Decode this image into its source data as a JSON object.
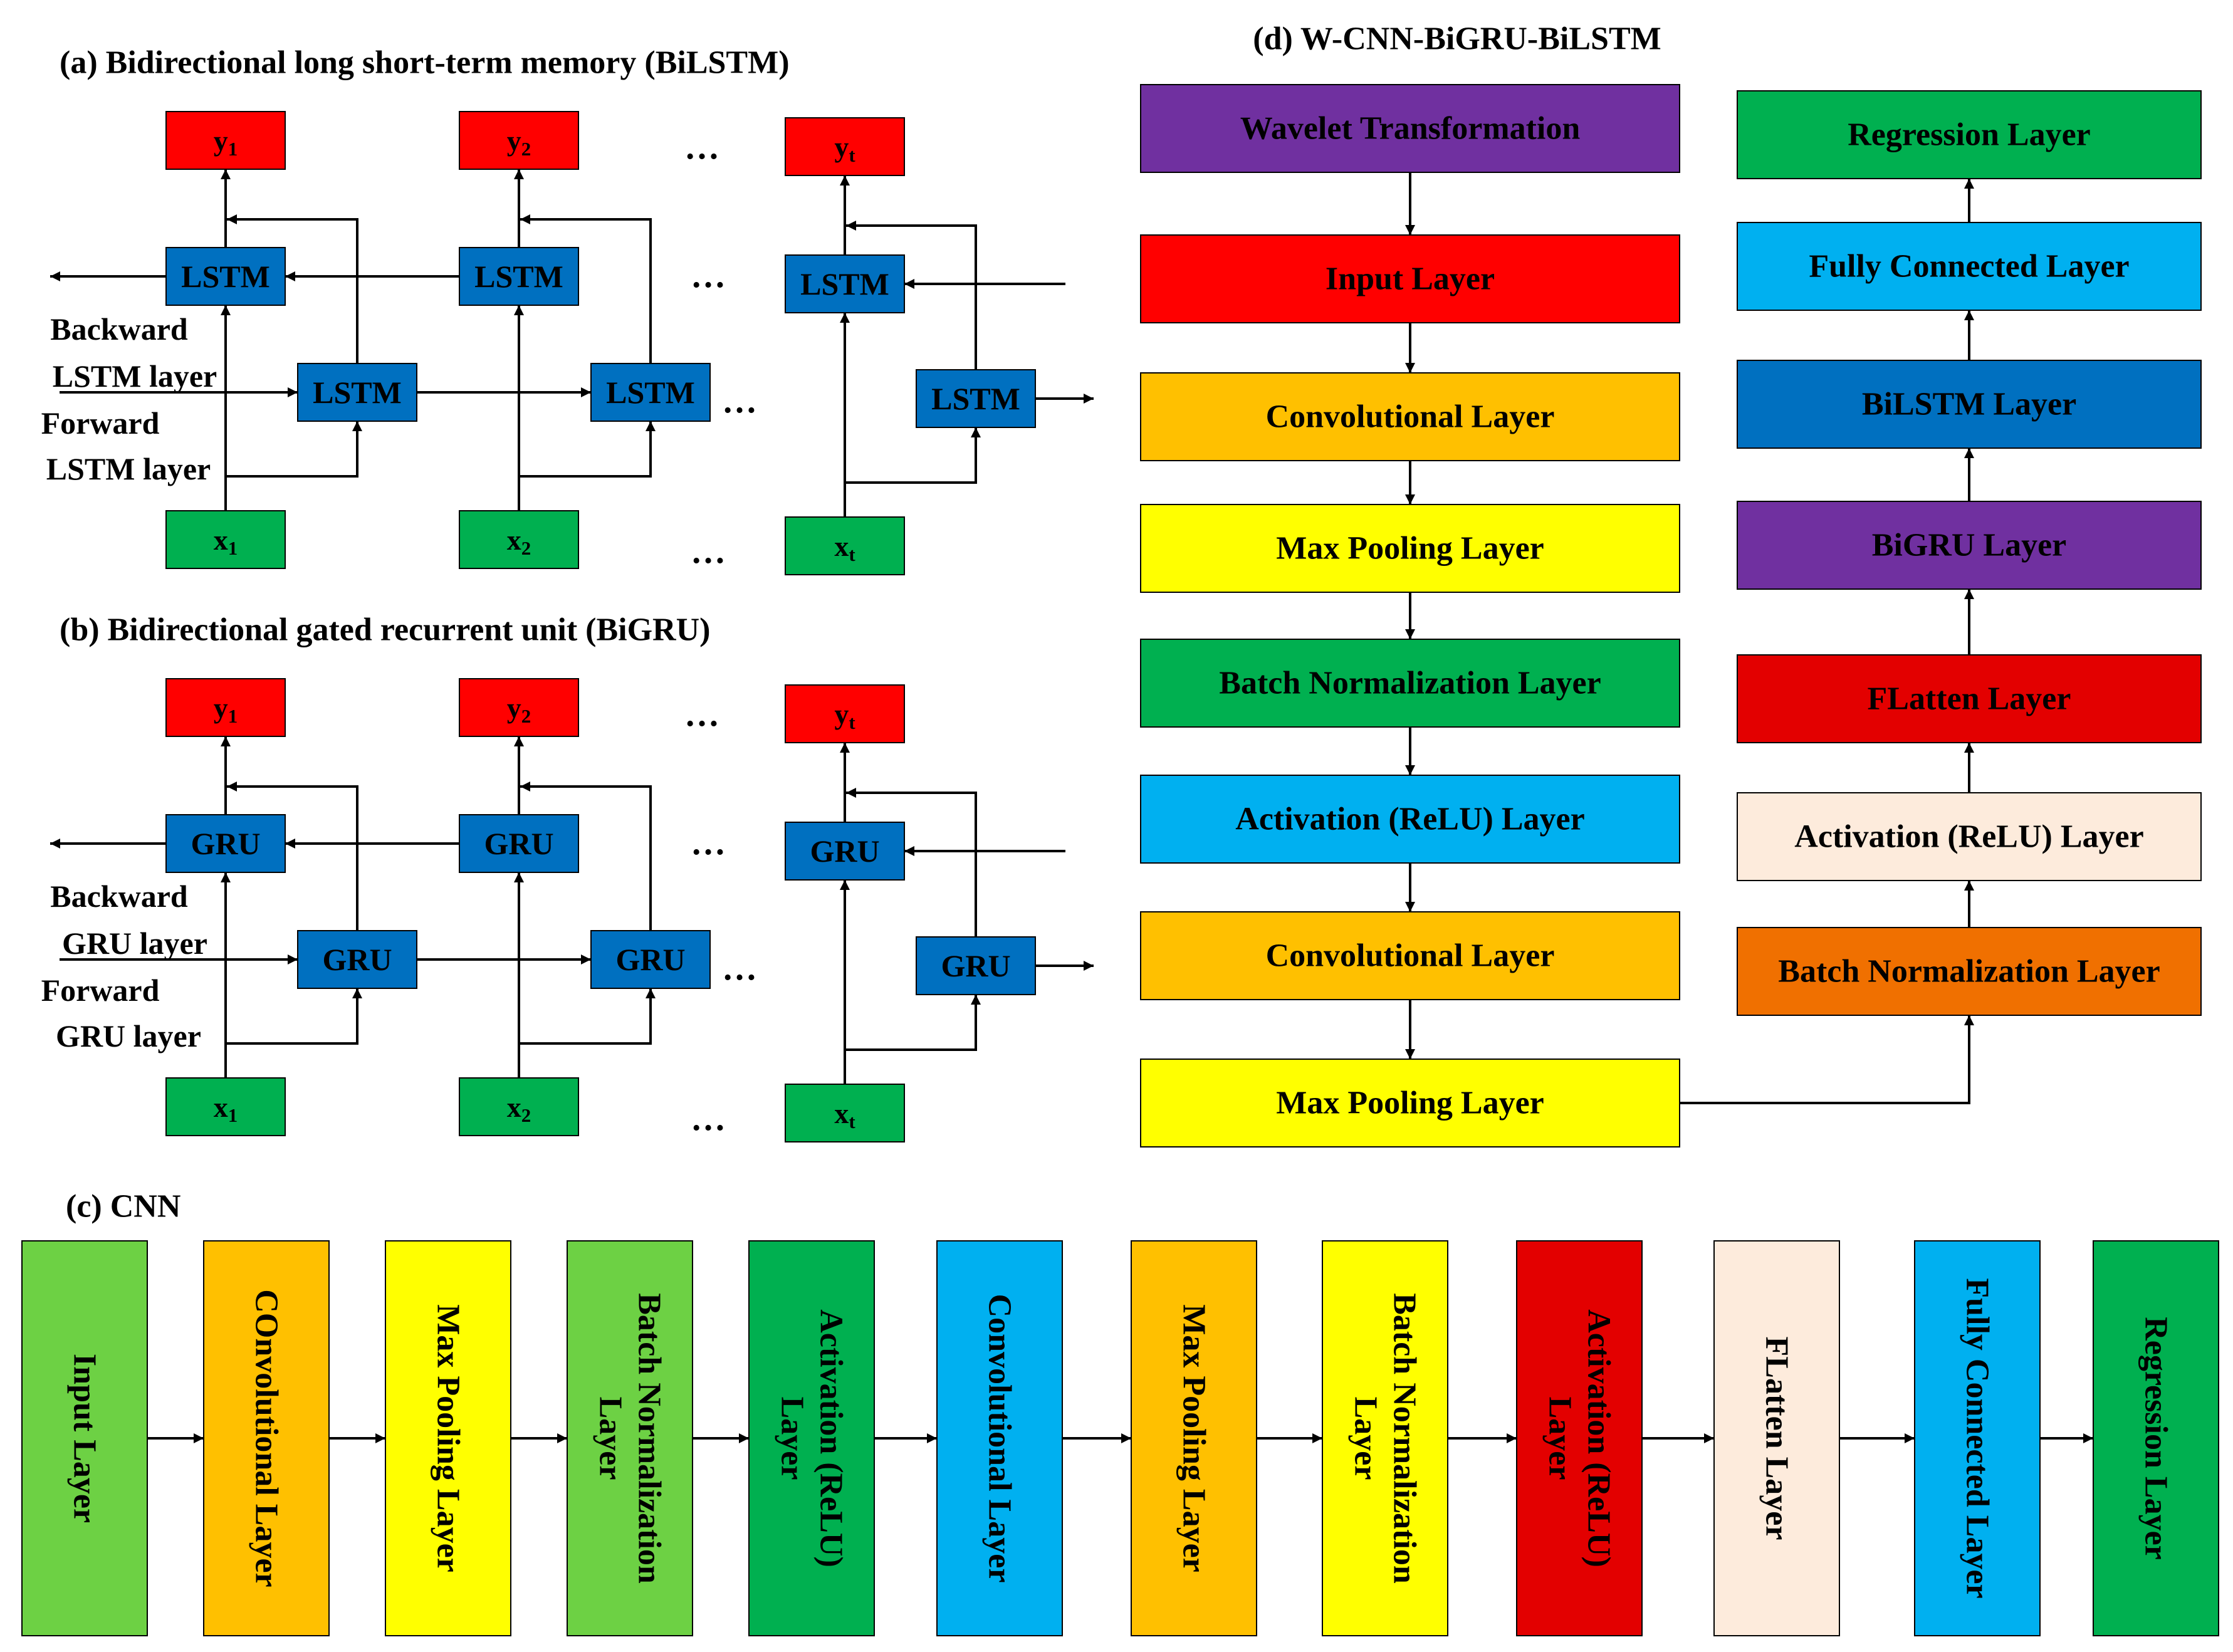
{
  "colors": {
    "red": "#ff0000",
    "green": "#00b050",
    "lightgreen": "#6dd144",
    "blue": "#0070c0",
    "skyblue": "#00b0f0",
    "orange": "#ffc000",
    "yellow": "#ffff00",
    "purple": "#7030a0",
    "darkred": "#e30000",
    "cream": "#fdebdc",
    "darkorange": "#f07000",
    "line": "#000000"
  },
  "panel_a": {
    "title": "(a) Bidirectional long short-term memory (BiLSTM)",
    "cell_label": "LSTM",
    "outputs": [
      "y1",
      "y2",
      "yt"
    ],
    "inputs": [
      "x1",
      "x2",
      "xt"
    ],
    "backward_label": [
      "Backward",
      "LSTM layer"
    ],
    "forward_label": [
      "Forward",
      "LSTM layer"
    ],
    "ellipsis": "…"
  },
  "panel_b": {
    "title": "(b) Bidirectional gated recurrent unit (BiGRU)",
    "cell_label": "GRU",
    "outputs": [
      "y1",
      "y2",
      "yt"
    ],
    "inputs": [
      "x1",
      "x2",
      "xt"
    ],
    "backward_label": [
      "Backward",
      "GRU layer"
    ],
    "forward_label": [
      "Forward",
      "GRU layer"
    ],
    "ellipsis": "…"
  },
  "panel_c": {
    "title": "(c) CNN",
    "layers": [
      {
        "lines": [
          "Input Layer"
        ],
        "color": "lightgreen"
      },
      {
        "lines": [
          "COnvolutional Layer"
        ],
        "color": "orange"
      },
      {
        "lines": [
          "Max Pooling Layer"
        ],
        "color": "yellow"
      },
      {
        "lines": [
          "Batch Normalization",
          "Layer"
        ],
        "color": "lightgreen"
      },
      {
        "lines": [
          "Activation (ReLU)",
          "Layer"
        ],
        "color": "green"
      },
      {
        "lines": [
          "Convolutional Layer"
        ],
        "color": "skyblue"
      },
      {
        "lines": [
          "Max Pooling Layer"
        ],
        "color": "orange"
      },
      {
        "lines": [
          "Batch Normalization",
          "Layer"
        ],
        "color": "yellow"
      },
      {
        "lines": [
          "Activation (ReLU)",
          "Layer"
        ],
        "color": "darkred"
      },
      {
        "lines": [
          "FLatten Layer"
        ],
        "color": "cream"
      },
      {
        "lines": [
          "Fully Connected Layer"
        ],
        "color": "skyblue"
      },
      {
        "lines": [
          "Regression Layer"
        ],
        "color": "green"
      }
    ]
  },
  "panel_d": {
    "title": "(d) W-CNN-BiGRU-BiLSTM",
    "left_column": [
      {
        "label": "Wavelet Transformation",
        "color": "purple"
      },
      {
        "label": "Input Layer",
        "color": "red"
      },
      {
        "label": "Convolutional Layer",
        "color": "orange"
      },
      {
        "label": "Max Pooling Layer",
        "color": "yellow"
      },
      {
        "label": "Batch Normalization Layer",
        "color": "green"
      },
      {
        "label": "Activation (ReLU) Layer",
        "color": "skyblue"
      },
      {
        "label": "Convolutional Layer",
        "color": "orange"
      },
      {
        "label": "Max Pooling Layer",
        "color": "yellow"
      }
    ],
    "right_column": [
      {
        "label": "Regression Layer",
        "color": "green"
      },
      {
        "label": "Fully Connected Layer",
        "color": "skyblue"
      },
      {
        "label": "BiLSTM Layer",
        "color": "blue"
      },
      {
        "label": "BiGRU Layer",
        "color": "purple"
      },
      {
        "label": "FLatten Layer",
        "color": "darkred"
      },
      {
        "label": "Activation (ReLU) Layer",
        "color": "cream"
      },
      {
        "label": "Batch Normalization Layer",
        "color": "darkorange"
      }
    ]
  }
}
